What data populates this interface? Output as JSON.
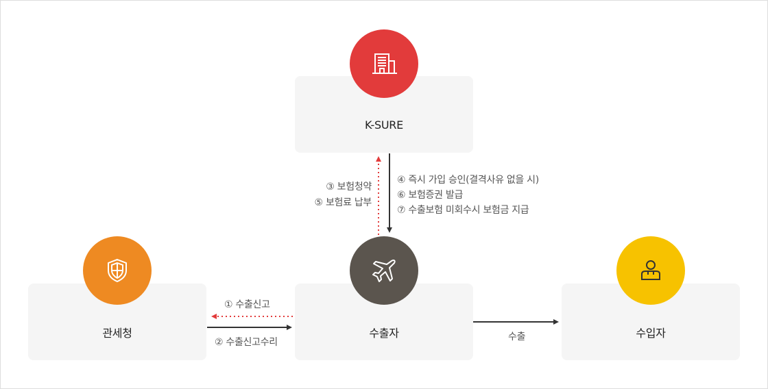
{
  "nodes": {
    "ksure": {
      "label": "K-SURE",
      "icon": "building-icon",
      "color": "#e23b3b"
    },
    "customs": {
      "label": "관세청",
      "icon": "shield-icon",
      "color": "#ee8a22"
    },
    "exporter": {
      "label": "수출자",
      "icon": "airplane-icon",
      "color": "#5b554e"
    },
    "importer": {
      "label": "수입자",
      "icon": "person-icon",
      "color": "#f7c200"
    }
  },
  "edges": {
    "exporter_to_ksure": [
      "③ 보험청약",
      "⑤ 보험료 납부"
    ],
    "ksure_to_exporter": [
      "④ 즉시 가입 승인(결격사유 없을 시)",
      "⑥ 보험증권 발급",
      "⑦ 수출보험 미회수시 보험금 지급"
    ],
    "exporter_to_customs": "① 수출신고",
    "customs_to_exporter": "② 수출신고수리",
    "exporter_to_importer": "수출"
  },
  "colors": {
    "dotted_arrow": "#e23b3b",
    "solid_arrow": "#333333",
    "box_bg": "#f5f5f5"
  }
}
